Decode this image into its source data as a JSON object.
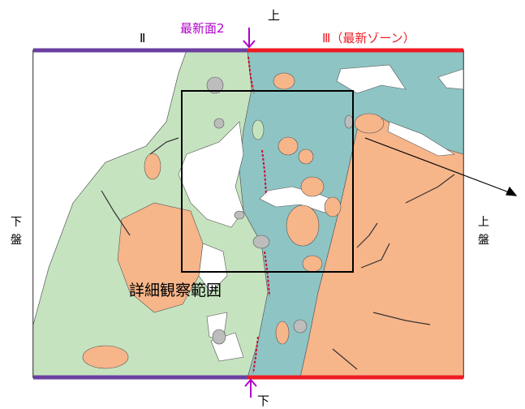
{
  "labels": {
    "zone2": "Ⅱ",
    "newest_plane": "最新面2",
    "top": "上",
    "zone3": "Ⅲ（最新ゾーン）",
    "footwall_1": "下",
    "footwall_2": "盤",
    "hangingwall_1": "上",
    "hangingwall_2": "盤",
    "detail_area": "詳細観察範囲",
    "bottom": "下"
  },
  "colors": {
    "zone2_bar": "#6b3fa0",
    "zone3_bar": "#ee1c25",
    "newest_plane_label": "#b000c8",
    "green": "#c6e3c0",
    "teal": "#8ec4c4",
    "orange": "#f7b58a",
    "gray": "#bdbdbd",
    "dashed_trace": "#c8102e"
  }
}
